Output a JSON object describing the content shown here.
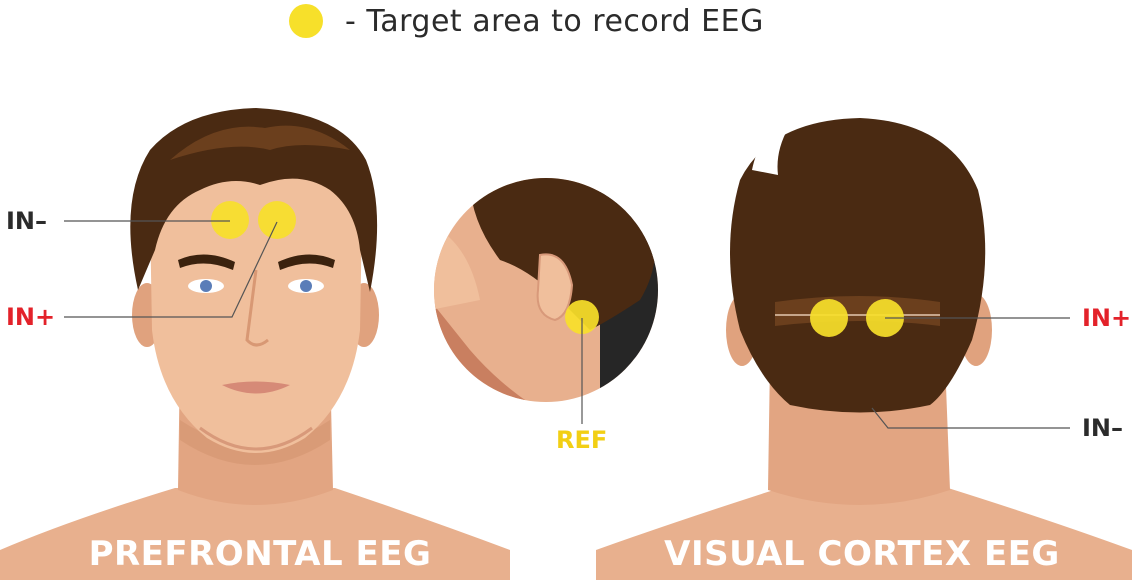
{
  "legend": {
    "text": "- Target area to record EEG"
  },
  "panels": {
    "front": {
      "caption": "PREFRONTAL EEG",
      "labels": {
        "in_minus": "IN–",
        "in_plus": "IN+"
      }
    },
    "side": {
      "labels": {
        "ref": "REF"
      }
    },
    "back": {
      "caption": "VISUAL CORTEX EEG",
      "labels": {
        "in_plus": "IN+",
        "in_minus": "IN–"
      }
    }
  },
  "colors": {
    "target": "#f7e02a",
    "negative_label": "#2b2b2b",
    "positive_label": "#e3222a",
    "ref_label": "#f2cf14",
    "skin": "#e8b08e",
    "hair": "#4a2a12"
  }
}
